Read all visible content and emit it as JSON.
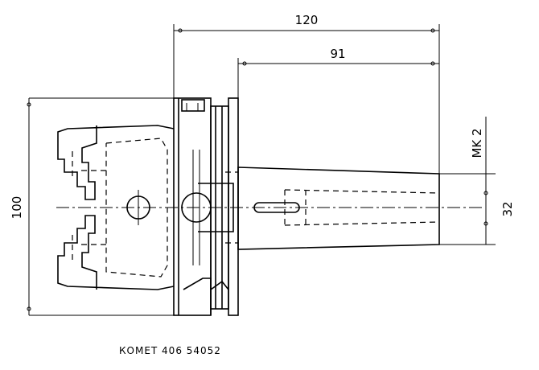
{
  "dimensions": {
    "overall_length": "120",
    "shank_length": "91",
    "flange_diameter": "100",
    "taper_diameter": "32",
    "taper_spec": "MK 2"
  },
  "part_number": "КОМЕТ 406 54052"
}
